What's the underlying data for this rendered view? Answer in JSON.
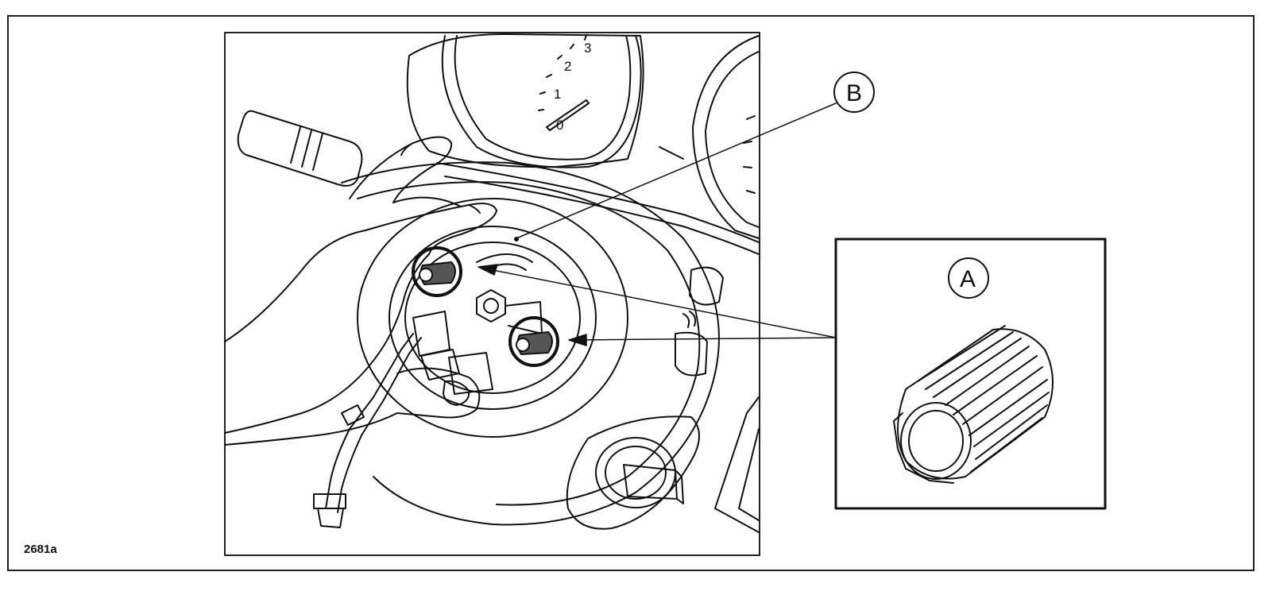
{
  "figure_code": "2681a",
  "callouts": {
    "a": "A",
    "b": "B"
  },
  "gauge_scale": [
    "3",
    "2",
    "1",
    "0"
  ],
  "colors": {
    "line": "#111111",
    "background": "#ffffff"
  }
}
